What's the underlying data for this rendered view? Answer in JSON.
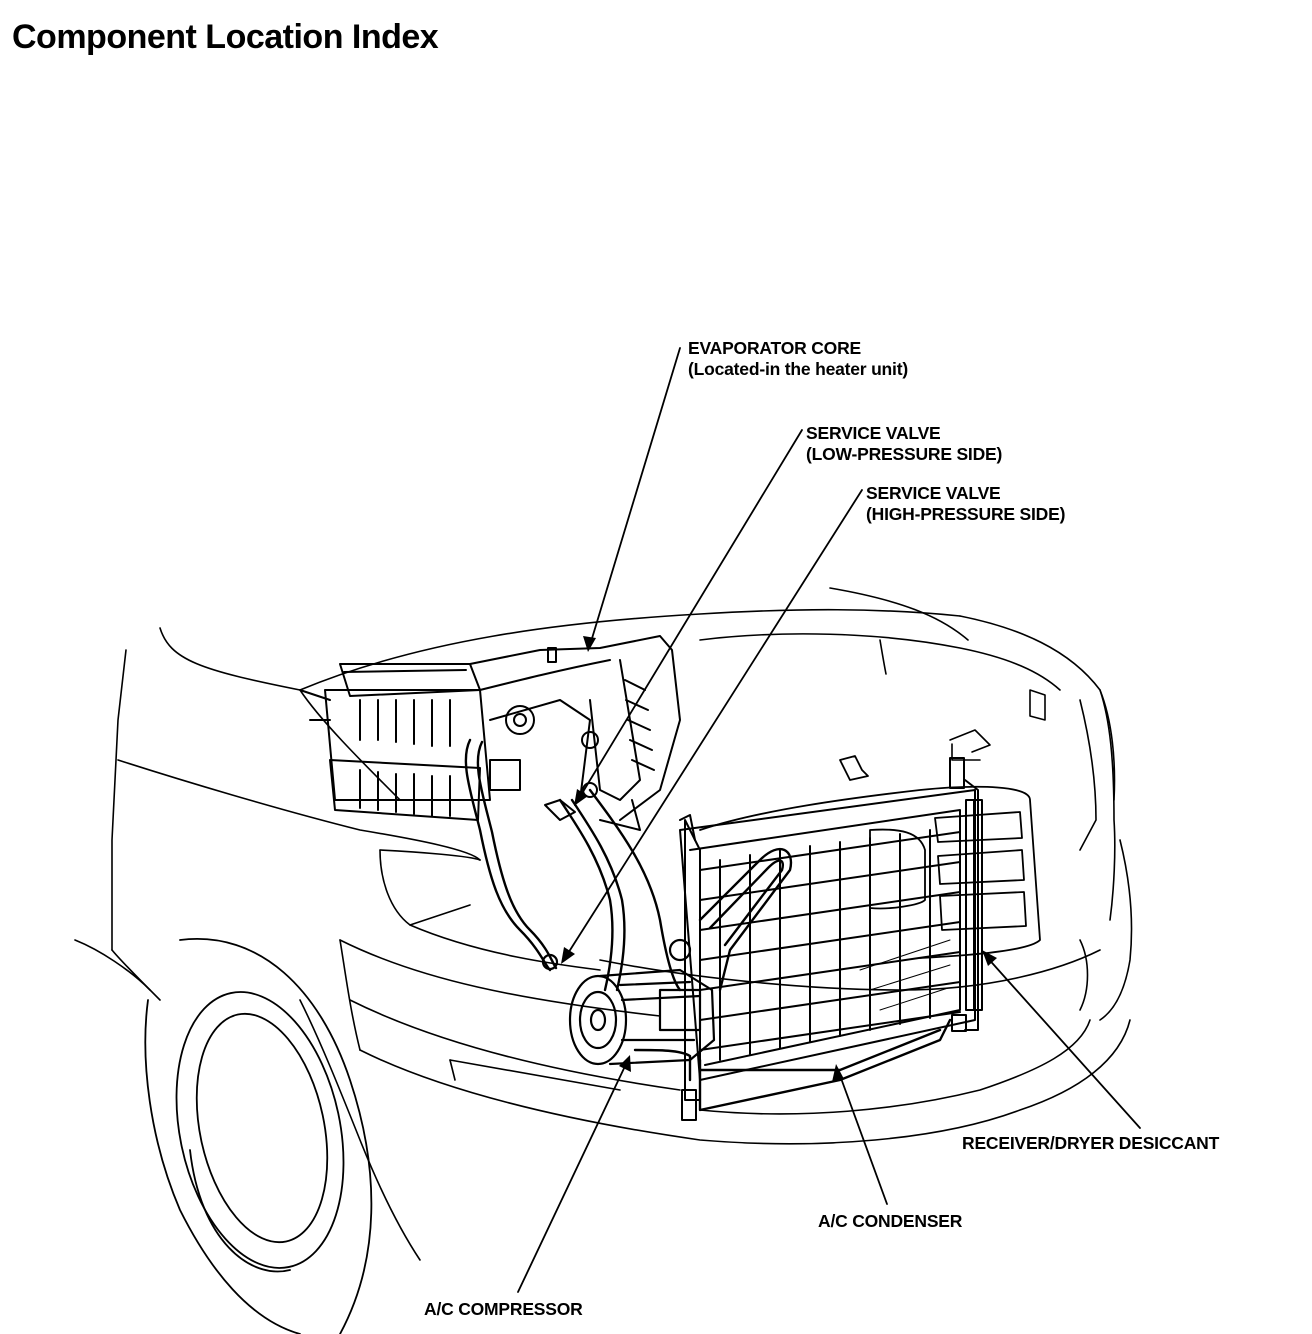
{
  "page": {
    "title": "Component Location Index"
  },
  "callouts": {
    "evaporator_core": {
      "name": "EVAPORATOR CORE",
      "note": "(Located-in the heater unit)"
    },
    "service_valve_low": {
      "name": "SERVICE VALVE",
      "note": "(LOW-PRESSURE SIDE)"
    },
    "service_valve_high": {
      "name": "SERVICE VALVE",
      "note": "(HIGH-PRESSURE SIDE)"
    },
    "receiver_dryer": {
      "name": "RECEIVER/DRYER DESICCANT"
    },
    "condenser": {
      "name": "A/C CONDENSER"
    },
    "compressor": {
      "name": "A/C COMPRESSOR"
    }
  }
}
